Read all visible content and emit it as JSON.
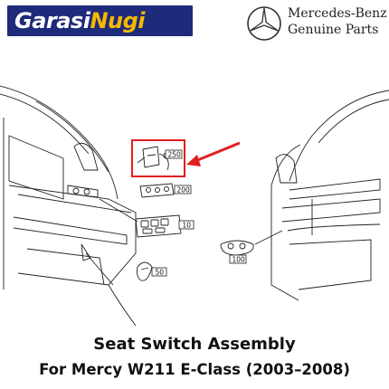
{
  "logo": {
    "part1": "Garasi",
    "part2": "Nugi"
  },
  "brand": {
    "name": "Mercedes-Benz",
    "tagline": "Genuine Parts"
  },
  "diagram": {
    "callouts": [
      "250",
      "200",
      "10",
      "50",
      "100"
    ],
    "highlight_color": "#e02020"
  },
  "title": {
    "line1": "Seat Switch Assembly",
    "line2": "For Mercy W211 E-Class (2003–2008)"
  }
}
